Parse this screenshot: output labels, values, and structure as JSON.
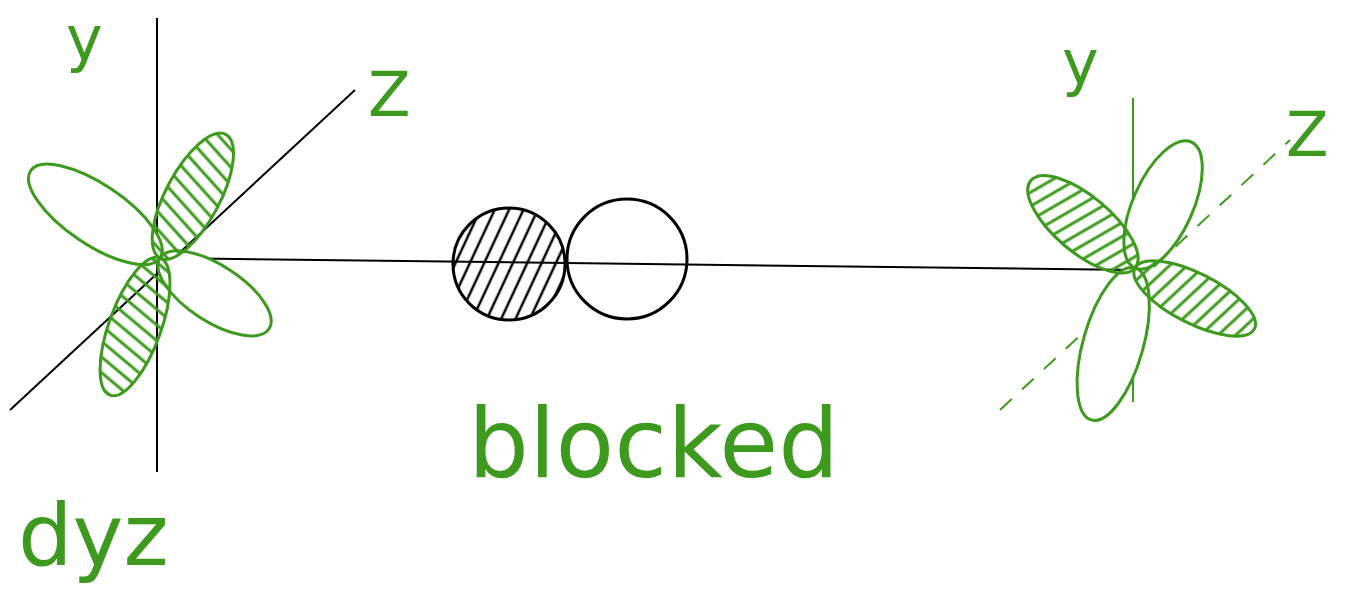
{
  "diagram": {
    "labels": [
      "y",
      "Z",
      "dyz",
      "blocked",
      "y",
      "Z"
    ]
  }
}
